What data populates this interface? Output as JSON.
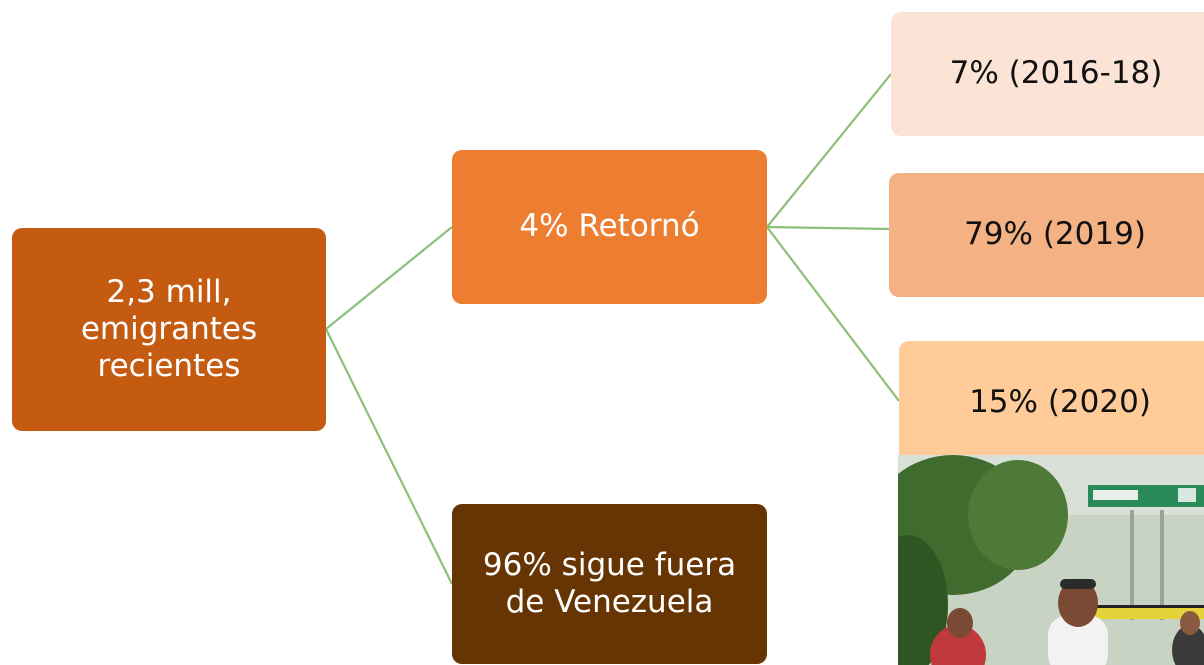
{
  "root": {
    "lines": [
      "2,3 mill,",
      "emigrantes",
      "recientes"
    ]
  },
  "returned": {
    "label": "4% Retornó"
  },
  "stayed": {
    "lines": [
      "96% sigue fuera",
      "de Venezuela"
    ]
  },
  "returned_breakdown": [
    {
      "label": "7% (2016-18)"
    },
    {
      "label": "79% (2019)"
    },
    {
      "label": "15% (2020)"
    }
  ],
  "colors": {
    "root": "#c55a11",
    "returned": "#ed7d31",
    "stayed": "#673503",
    "leaf_2016_18": "#fbe4d5",
    "leaf_2019": "#f4b183",
    "leaf_2020": "#ffcc99",
    "connector": "#8cc07a"
  },
  "photo": {
    "icon": "border-crossing-photo"
  }
}
